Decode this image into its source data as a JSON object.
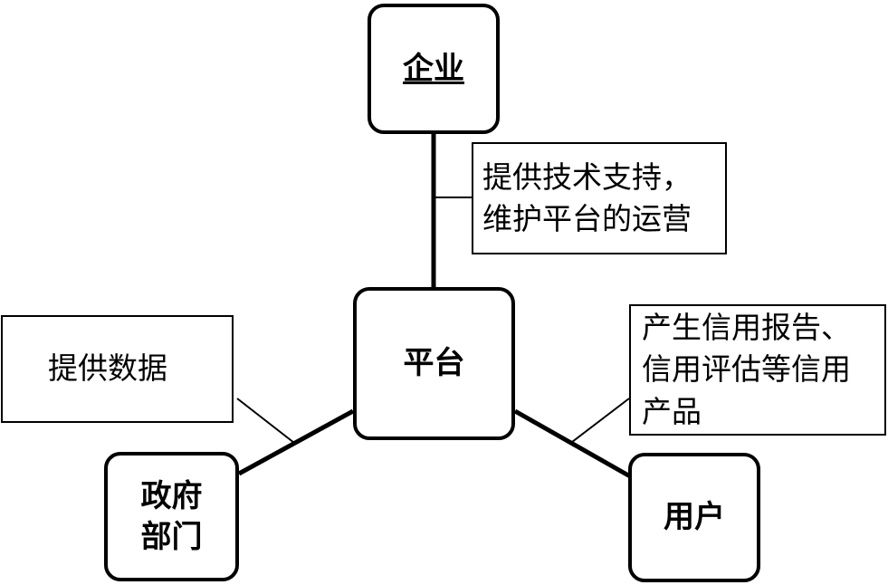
{
  "nodes": {
    "enterprise": "企业",
    "platform": "平台",
    "government": [
      "政府",
      "部门"
    ],
    "user": "用户"
  },
  "notes": {
    "enterprise": [
      "提供技术支持，",
      "维护平台的运营"
    ],
    "government": [
      "提供数据"
    ],
    "user": [
      "产生信用报告、",
      "信用评估等信用",
      "产品"
    ]
  }
}
